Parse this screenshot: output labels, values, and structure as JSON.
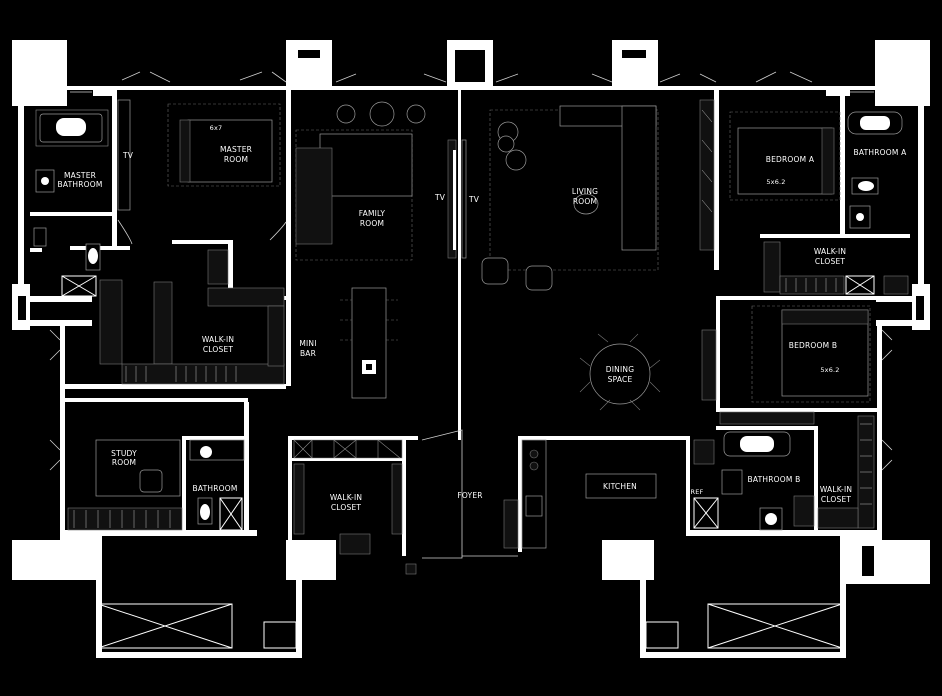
{
  "rooms": {
    "master_bathroom": [
      "MASTER",
      "BATHROOM"
    ],
    "tv_master": "TV",
    "master_room": [
      "MASTER",
      "ROOM"
    ],
    "master_size": "6x7",
    "walkin_closet_left": [
      "WALK-IN",
      "CLOSET"
    ],
    "study_room": [
      "STUDY",
      "ROOM"
    ],
    "bathroom_left": "BATHROOM",
    "family_room": [
      "FAMILY",
      "ROOM"
    ],
    "tv_family": "TV",
    "tv_living": "TV",
    "mini_bar": [
      "MINI",
      "BAR"
    ],
    "walkin_closet_center": [
      "WALK-IN",
      "CLOSET"
    ],
    "foyer": "FOYER",
    "living_room": [
      "LIVING",
      "ROOM"
    ],
    "dining_space": [
      "DINING",
      "SPACE"
    ],
    "kitchen": "KITCHEN",
    "ref": "REF",
    "bedroom_a": "BEDROOM A",
    "bedroom_a_size": "5x6.2",
    "bathroom_a": "BATHROOM A",
    "walkin_closet_a": [
      "WALK-IN",
      "CLOSET"
    ],
    "bedroom_b": "BEDROOM B",
    "bedroom_b_size": "5x6.2",
    "bathroom_b": "BATHROOM B",
    "walkin_closet_b": [
      "WALK-IN",
      "CLOSET"
    ]
  }
}
